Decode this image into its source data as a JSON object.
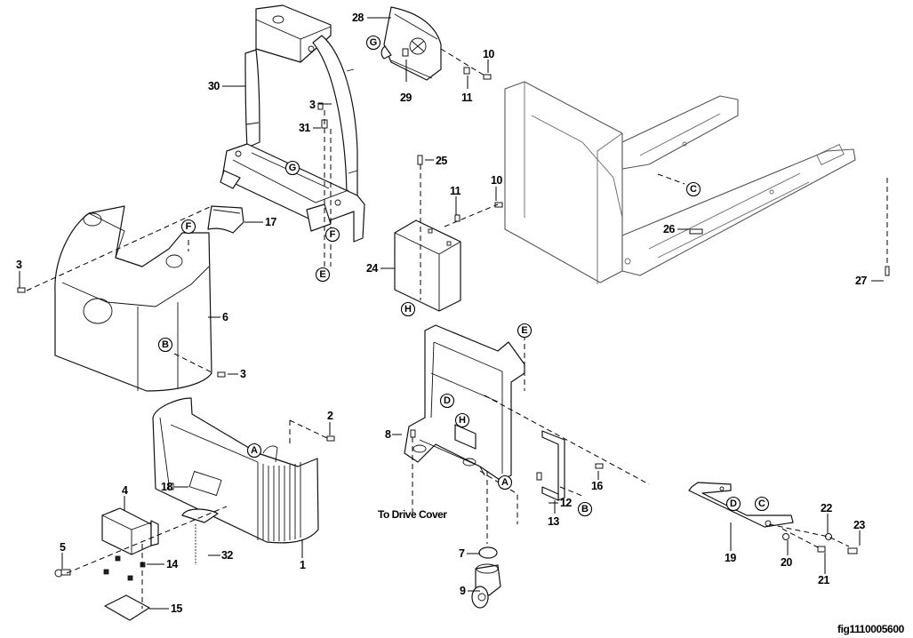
{
  "figure": {
    "id": "fig1110005600",
    "note": "To Drive Cover"
  },
  "callouts": {
    "p1": "1",
    "p2": "2",
    "p3a": "3",
    "p3b": "3",
    "p3c": "3",
    "p4": "4",
    "p5": "5",
    "p6": "6",
    "p7": "7",
    "p8": "8",
    "p9": "9",
    "p10a": "10",
    "p10b": "10",
    "p11a": "11",
    "p11b": "11",
    "p12": "12",
    "p13": "13",
    "p14": "14",
    "p15": "15",
    "p16": "16",
    "p17": "17",
    "p18": "18",
    "p19": "19",
    "p20": "20",
    "p21": "21",
    "p22": "22",
    "p23": "23",
    "p24": "24",
    "p25": "25",
    "p26": "26",
    "p27": "27",
    "p28": "28",
    "p29": "29",
    "p30": "30",
    "p31": "31",
    "p32": "32"
  },
  "refs": {
    "A1": "A",
    "A2": "A",
    "B1": "B",
    "B2": "B",
    "C1": "C",
    "C2": "C",
    "D1": "D",
    "D2": "D",
    "E1": "E",
    "E2": "E",
    "F1": "F",
    "F2": "F",
    "G1": "G",
    "G2": "G",
    "H1": "H",
    "H2": "H"
  }
}
